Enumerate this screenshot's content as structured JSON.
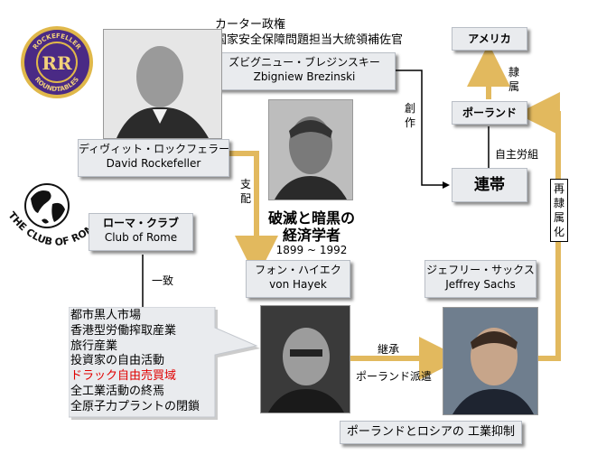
{
  "logos": {
    "rockefeller_roundtables": {
      "top_text": "ROCKEFELLER",
      "bottom_text": "ROUNDTABLES",
      "monogram": "RR"
    },
    "club_of_rome": {
      "text": "THE CLUB OF ROME"
    }
  },
  "header_caption": {
    "line1": "カーター政権",
    "line2": "国家安全保障問題担当大統領補佐官"
  },
  "nodes": {
    "brzezinski": {
      "ja": "ズビグニュー・ブレジンスキー",
      "en": "Zbigniew Brezinski"
    },
    "rockefeller": {
      "ja": "ディヴィット・ロックフェラー",
      "en": "David Rockefeller"
    },
    "club_of_rome": {
      "ja": "ローマ・クラブ",
      "en": "Club of Rome"
    },
    "hayek": {
      "ja": "フォン・ハイエク",
      "en": "von Hayek"
    },
    "sachs": {
      "ja": "ジェフリー・サックス",
      "en": "Jeffrey Sachs"
    },
    "america": {
      "label": "アメリカ"
    },
    "poland": {
      "label": "ポーランド"
    },
    "solidarity": {
      "label": "連帯"
    }
  },
  "hayek_title": {
    "line1": "破滅と暗黒の",
    "line2": "経済学者",
    "years": "1899 ~ 1992"
  },
  "edge_labels": {
    "subjugation": [
      "隷",
      "属"
    ],
    "creation": [
      "創",
      "作"
    ],
    "independent_union": "自主労組",
    "control": [
      "支",
      "配"
    ],
    "agreement": "一致",
    "succession": "継承",
    "dispatch_to_poland": "ポーランド派遣",
    "resubjugation": [
      "再",
      "隷",
      "属",
      "化"
    ]
  },
  "agenda_list": {
    "items": [
      "都市黒人市場",
      "香港型労働搾取産業",
      "旅行産業",
      "投資家の自由活動",
      "ドラック自由売買域",
      "全工業活動の終焉",
      "全原子力プラントの閉鎖"
    ],
    "highlight_index": 4,
    "highlight_color": "#e00000"
  },
  "bottom_caption": "ポーランドとロシアの 工業抑制",
  "colors": {
    "arrow": "#e2b95e",
    "line": "#000000",
    "box_fill": "#e9ebee",
    "box_border": "#b9bec6"
  }
}
